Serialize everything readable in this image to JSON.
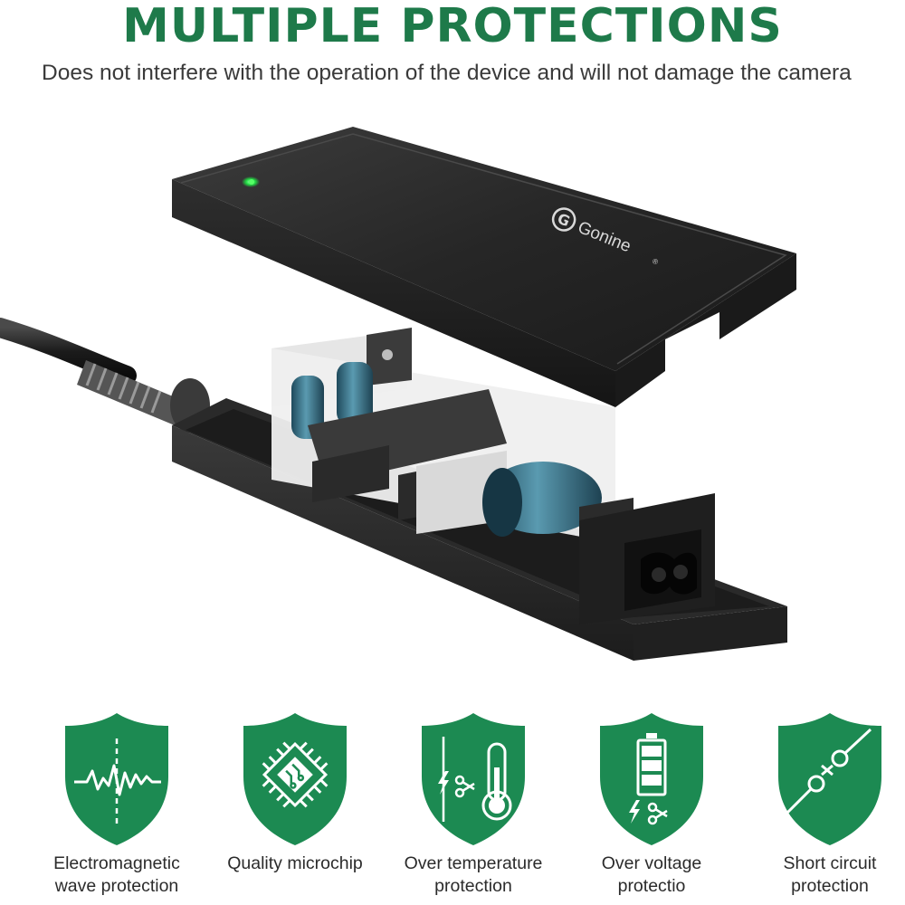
{
  "header": {
    "title": "MULTIPLE PROTECTIONS",
    "subtitle": "Does not interfere with the operation of the device and will not damage the camera"
  },
  "product": {
    "brand": "Gonine",
    "led_color": "#22dd44",
    "body_color": "#262626"
  },
  "colors": {
    "brand_green": "#1e7a4a",
    "shield_green": "#1c8a52"
  },
  "features": [
    {
      "icon": "electromagnetic-wave-icon",
      "label_line1": "Electromagnetic",
      "label_line2": "wave protection"
    },
    {
      "icon": "microchip-icon",
      "label_line1": "Quality microchip",
      "label_line2": ""
    },
    {
      "icon": "thermometer-icon",
      "label_line1": "Over temperature",
      "label_line2": "protection"
    },
    {
      "icon": "battery-voltage-icon",
      "label_line1": "Over voltage",
      "label_line2": "protectio"
    },
    {
      "icon": "short-circuit-icon",
      "label_line1": "Short circuit",
      "label_line2": "protection"
    }
  ]
}
